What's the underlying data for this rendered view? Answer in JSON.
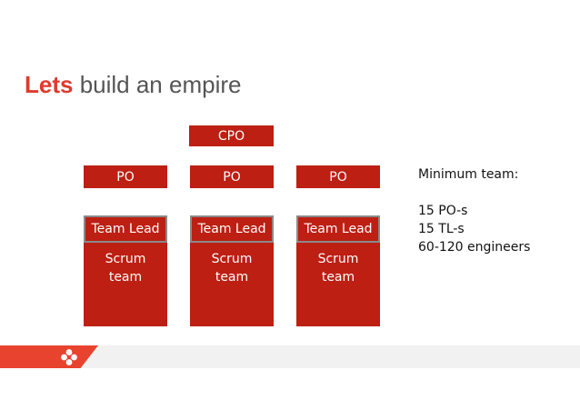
{
  "slide": {
    "title_em": "Lets",
    "title_rest": " build an empire"
  },
  "org": {
    "cpo": "CPO",
    "columns": [
      {
        "po": "PO",
        "lead": "Team Lead",
        "scrum": "Scrum\nteam"
      },
      {
        "po": "PO",
        "lead": "Team Lead",
        "scrum": "Scrum\nteam"
      },
      {
        "po": "PO",
        "lead": "Team Lead",
        "scrum": "Scrum\nteam"
      }
    ]
  },
  "note": {
    "heading": "Minimum team:",
    "line1": "15 PO-s",
    "line2": "15 TL-s",
    "line3": "60-120 engineers"
  },
  "footer": {
    "logo_icon": "clover-logo-icon"
  },
  "colors": {
    "accent": "#e03a2e",
    "box": "#bd1f13",
    "footer_red": "#e8432f"
  }
}
